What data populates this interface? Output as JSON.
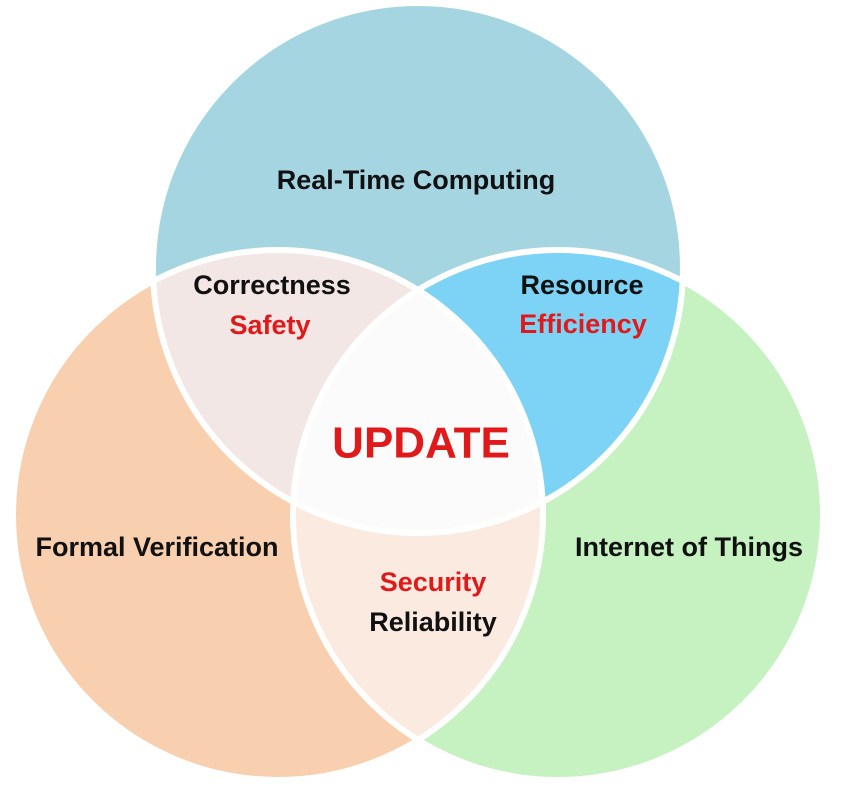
{
  "circles": {
    "top": {
      "label": "Real-Time Computing",
      "fill": "#a6d5e2"
    },
    "left": {
      "label": "Formal Verification",
      "fill": "#f8cfaf"
    },
    "right": {
      "label": "Internet of Things",
      "fill": "#c6f1c1"
    }
  },
  "overlaps": {
    "top_left": {
      "line1": "Correctness",
      "line2": "Safety",
      "fill": "#f3e7e5"
    },
    "top_right": {
      "line1": "Resource",
      "line2": "Efficiency",
      "fill": "#7dd3f5"
    },
    "left_right": {
      "line1": "Security",
      "line2": "Reliability",
      "fill": "#fbeadf"
    }
  },
  "center": {
    "label": "UPDATE",
    "fill": "#fbfbfb"
  },
  "colors": {
    "text_dark": "#111111",
    "text_red": "#e01a1a",
    "border": "#ffffff"
  }
}
